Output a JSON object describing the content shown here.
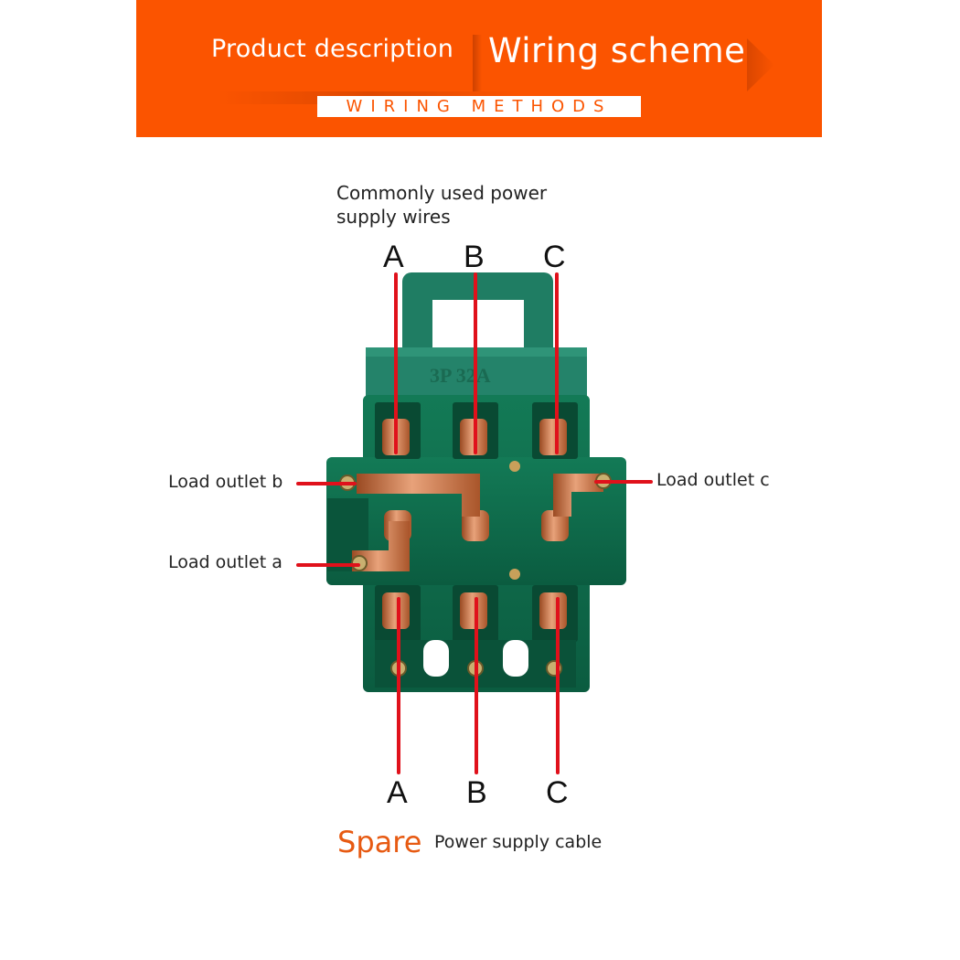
{
  "banner": {
    "title_left": "Product description",
    "title_right": "Wiring scheme",
    "subtitle": "WIRING METHODS",
    "background_color": "#fb5400"
  },
  "diagram": {
    "top_caption_line1": "Commonly used power",
    "top_caption_line2": "supply wires",
    "phases_top": [
      "A",
      "B",
      "C"
    ],
    "phases_bottom": [
      "A",
      "B",
      "C"
    ],
    "load_outlet_b": "Load outlet b",
    "load_outlet_a": "Load outlet a",
    "load_outlet_c": "Load outlet c",
    "rating_mark": "3P 32A",
    "wire_color": "#e0111b",
    "body_color": "#0e6e4c"
  },
  "footer": {
    "spare": "Spare",
    "power_supply_cable": "Power supply cable",
    "spare_color": "#e75a12"
  }
}
